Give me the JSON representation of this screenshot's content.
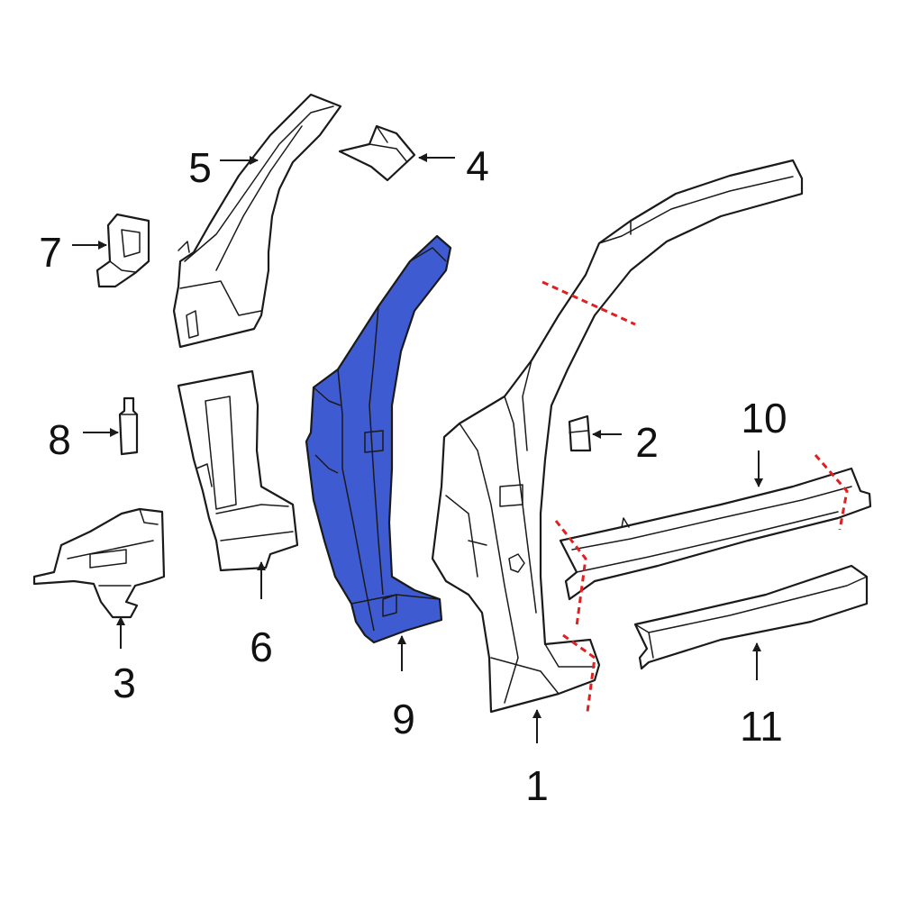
{
  "colors": {
    "highlight": "#3f5bd1",
    "cut_line": "#e02020",
    "line": "#1a1a1a"
  },
  "callouts": {
    "c1": "1",
    "c2": "2",
    "c3": "3",
    "c4": "4",
    "c5": "5",
    "c6": "6",
    "c7": "7",
    "c8": "8",
    "c9": "9",
    "c10": "10",
    "c11": "11"
  },
  "highlighted_part": "9"
}
